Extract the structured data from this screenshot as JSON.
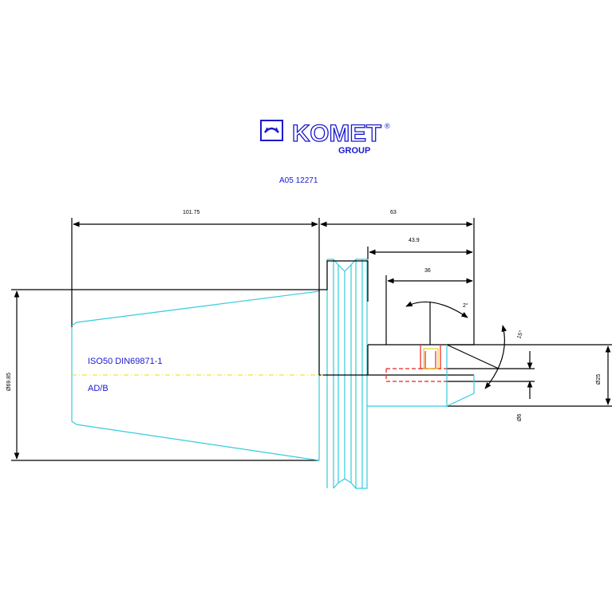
{
  "logo": {
    "brand": "KOMET",
    "sub": "GROUP",
    "registered": "®"
  },
  "drawing_number": "A05 12271",
  "spec": {
    "standard": "ISO50 DIN69871-1",
    "form": "AD/B"
  },
  "dimensions": {
    "taper_length": "101.75",
    "overall_length": "63",
    "bore_length": "43.9",
    "bore_depth": "36",
    "flange_diameter": "Ø69.85",
    "bore_diameter": "Ø25",
    "pin_diameter": "Ø6",
    "chamfer_angle": "2°",
    "cone_angle": "15°"
  },
  "colors": {
    "outline": "#000000",
    "contour": "#33ccdd",
    "thread": "#ee2222",
    "centerline": "#e8e000",
    "text": "#1a1ad0"
  }
}
